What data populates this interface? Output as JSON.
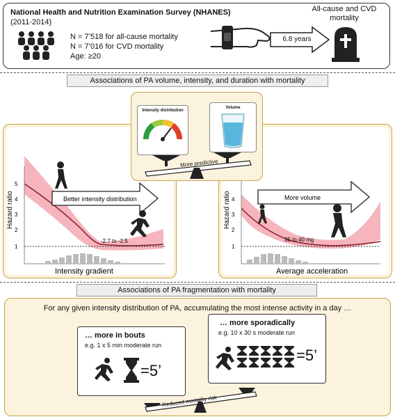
{
  "header": {
    "title": "National Health and Nutrition Examination Survey (NHANES)",
    "years": "(2011-2014)",
    "n_allcause": "N = 7’518 for all-cause mortality",
    "n_cvd": "N = 7’016 for CVD mortality",
    "age": "Age: ≥20",
    "followup": "6.8 years",
    "outcome_line1": "All-cause and CVD",
    "outcome_line2": "mortality"
  },
  "section1": {
    "label": "Associations of PA volume, intensity, and duration with mortality",
    "scale_left_title": "Intensity distribution",
    "scale_right_title": "Volume",
    "scale_beam_label": "More predictive"
  },
  "plot_left": {
    "ylabel": "Hazard ratio",
    "yticks": [
      "5",
      "4",
      "3",
      "2",
      "1"
    ],
    "arrow_label": "Better intensity distribution",
    "annotation": "-2.7 to -2.5",
    "xlabel": "Intensity gradient"
  },
  "plot_right": {
    "ylabel": "Hazard ratio",
    "yticks": [
      "4",
      "3",
      "2",
      "1"
    ],
    "arrow_label": "More volume",
    "annotation": "35 to 40 mg",
    "xlabel": "Average acceleration"
  },
  "section2": {
    "label": "Associations of PA fragmentation with mortality",
    "intro": "For any given intensity distribution of PA, accumulating the most intense activity in a day …",
    "bouts_title": "… more in bouts",
    "bouts_example": "e.g. 1 x 5 min moderate run",
    "bouts_equals": "=5’",
    "sporadic_title": "… more sporadically",
    "sporadic_example": "e.g. 10 x 30 s moderate run",
    "sporadic_equals": "=5’",
    "beam_label": "Reduced mortality risk"
  },
  "colors": {
    "gold": "#c8a24a",
    "cream": "#fbf3dd",
    "ci_band": "#f4a7b0",
    "curve": "#8b1a2b"
  }
}
